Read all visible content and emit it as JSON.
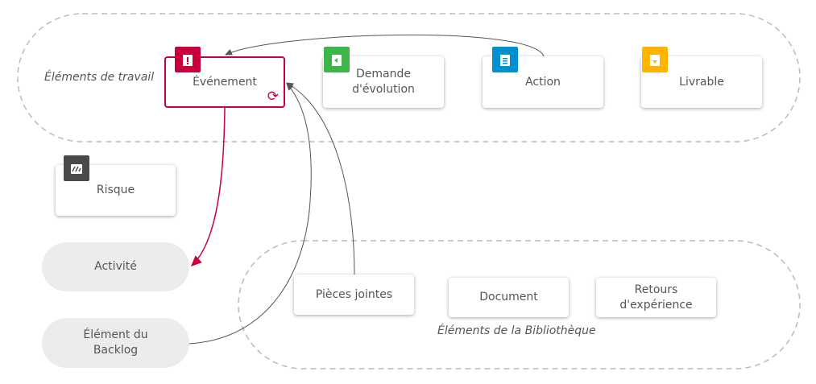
{
  "groups": {
    "work": "Éléments de travail",
    "library": "Éléments de la Bibliothèque"
  },
  "nodes": {
    "evenement": {
      "label": "Événement",
      "icon": "alert-clipboard-icon",
      "color": "#c8003c"
    },
    "demande": {
      "label": "Demande d'évolution",
      "icon": "import-clipboard-icon",
      "color": "#3db54a"
    },
    "action": {
      "label": "Action",
      "icon": "list-clipboard-icon",
      "color": "#0090d0"
    },
    "livrable": {
      "label": "Livrable",
      "icon": "download-clipboard-icon",
      "color": "#ffb400"
    },
    "risque": {
      "label": "Risque",
      "icon": "risk-icon",
      "color": "#4a4a4a"
    },
    "activite": {
      "label": "Activité"
    },
    "backlog": {
      "label": "Élément du Backlog"
    },
    "pieces": {
      "label": "Pièces jointes"
    },
    "document": {
      "label": "Document"
    },
    "retours": {
      "label": "Retours d'expérience"
    }
  }
}
